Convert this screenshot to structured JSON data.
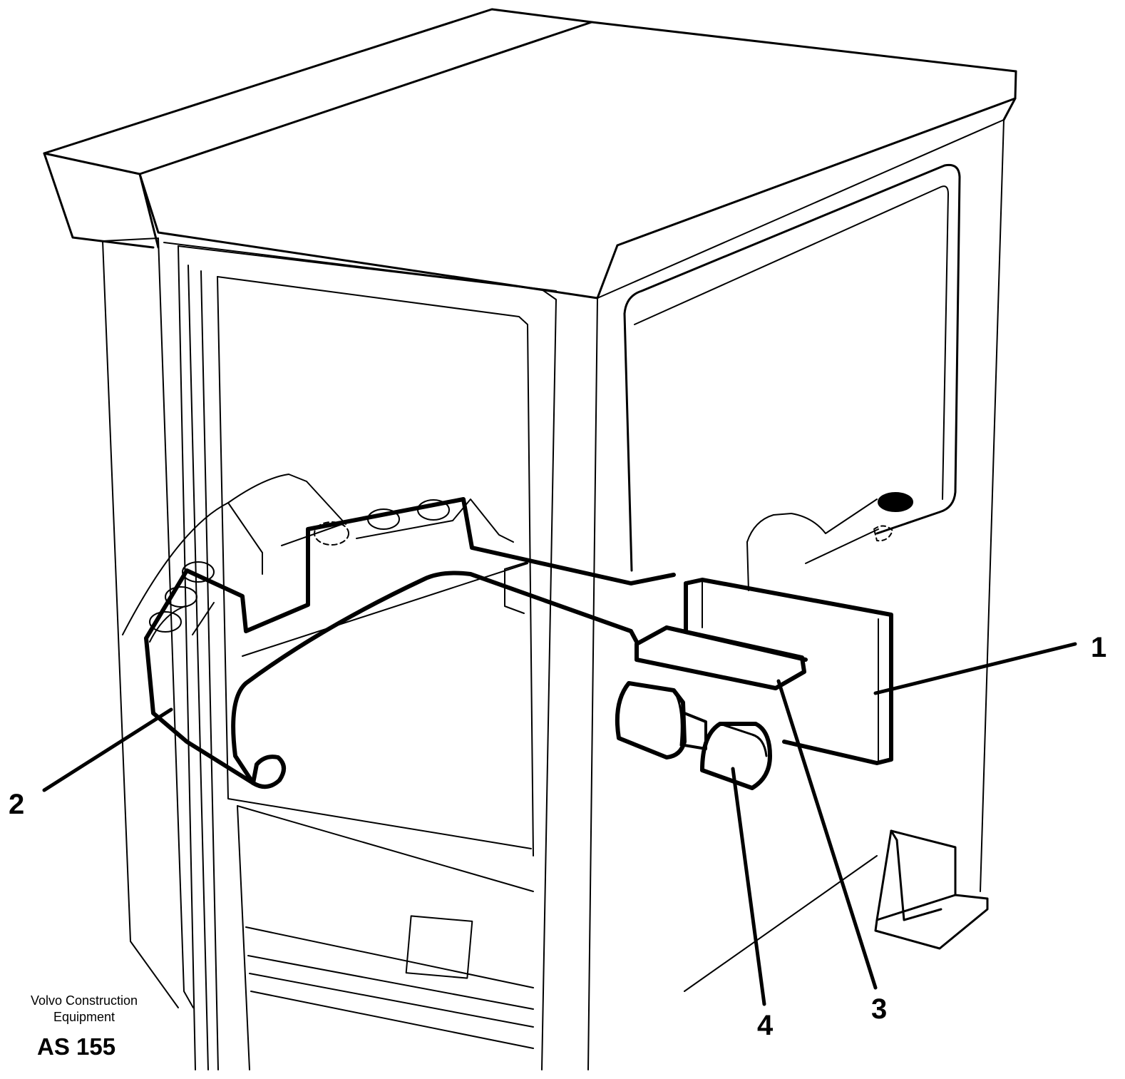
{
  "callouts": {
    "c1": "1",
    "c2": "2",
    "c3": "3",
    "c4": "4"
  },
  "credit": {
    "line1": "Volvo Construction",
    "line2": "Equipment"
  },
  "figure_code": "AS 155"
}
